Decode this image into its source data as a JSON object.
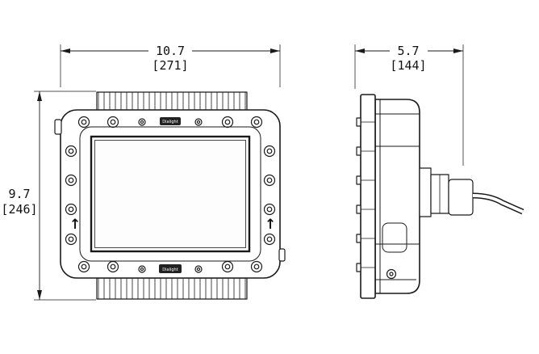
{
  "drawing": {
    "kind": "technical-dimension-drawing",
    "brand": "Dialight",
    "dimensions": {
      "front_width_in": "10.7",
      "front_width_mm": "[271]",
      "front_height_in": "9.7",
      "front_height_mm": "[246]",
      "side_depth_in": "5.7",
      "side_depth_mm": "[144]"
    },
    "icons": {
      "up_arrow": "↑"
    },
    "colors": {
      "line": "#1a1a1a",
      "background": "#ffffff"
    }
  }
}
